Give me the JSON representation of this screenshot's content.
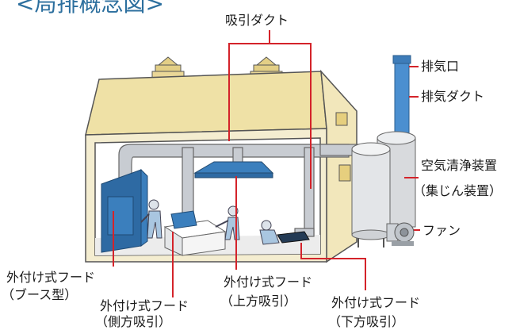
{
  "title": "<局排概念図>",
  "labels": {
    "suction_duct": "吸引ダクト",
    "exhaust_outlet": "排気口",
    "exhaust_duct": "排気ダクト",
    "air_cleaner_1": "空気清浄装置",
    "air_cleaner_2": "（集じん装置）",
    "fan": "ファン",
    "hood_booth_1": "外付け式フード",
    "hood_booth_2": "（ブース型）",
    "hood_side_1": "外付け式フード",
    "hood_side_2": "（側方吸引）",
    "hood_top_1": "外付け式フード",
    "hood_top_2": "（上方吸引）",
    "hood_bottom_1": "外付け式フード",
    "hood_bottom_2": "（下方吸引）"
  },
  "colors": {
    "title": "#2c6f9e",
    "leader": "#d4232a",
    "roof": "#efe1a6",
    "wall": "#f4edd0",
    "duct": "#c8ccd2",
    "hood": "#3b7fbd",
    "exhaust": "#4b8fd0"
  }
}
